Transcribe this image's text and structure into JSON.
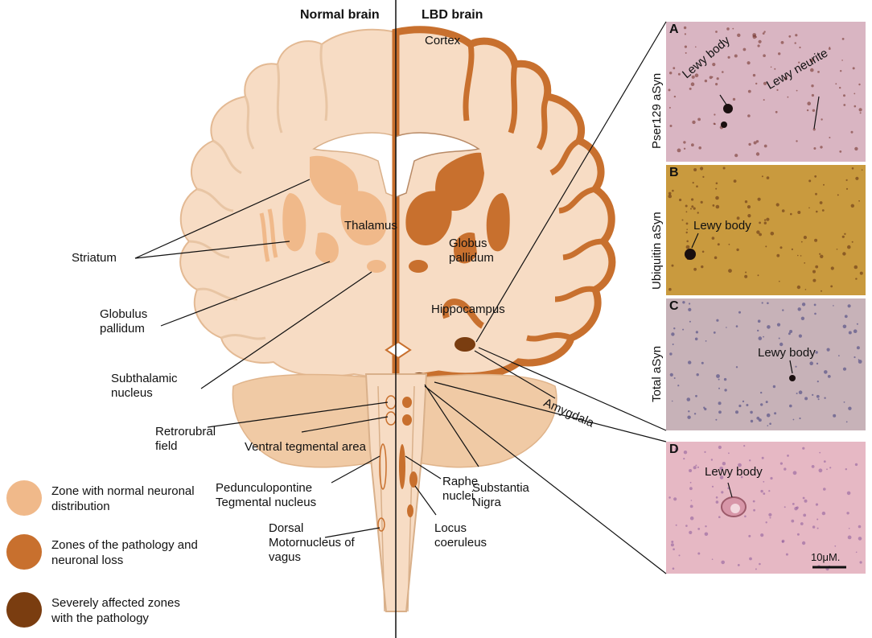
{
  "headers": {
    "normal": "Normal brain",
    "lbd": "LBD brain"
  },
  "brain_labels": {
    "cortex": "Cortex",
    "thalamus": "Thalamus",
    "globus_pallidum_right": "Globus pallidum",
    "hippocampus": "Hippocampus",
    "amygdala": "Amygdala"
  },
  "left_labels": {
    "striatum": "Striatum",
    "globulus_pallidum": "Globulus pallidum",
    "subthalamic_nucleus": "Subthalamic nucleus",
    "retrorubral_field": "Retrorubral field",
    "ventral_tegmental_area": "Ventral tegmental area",
    "pedunculopontine": "Pedunculopontine Tegmental nucleus",
    "dorsal_motornucleus": "Dorsal Motornucleus of vagus"
  },
  "right_labels": {
    "raphe_nuclei": "Raphe nuclei",
    "substantia_nigra": "Substantia Nigra",
    "locus_coeruleus": "Locus coeruleus"
  },
  "legend": [
    {
      "text": "Zone with normal neuronal distribution",
      "color": "#f0b98a"
    },
    {
      "text": "Zones of the pathology and neuronal loss",
      "color": "#c8702e"
    },
    {
      "text": "Severely affected zones with the pathology",
      "color": "#7a3d10"
    }
  ],
  "panels": [
    {
      "letter": "A",
      "side_label": "Pser129 aSyn",
      "labels": [
        "Lewy body",
        "Lewy neurite"
      ],
      "bg": "#d9b5c2"
    },
    {
      "letter": "B",
      "side_label": "Ubiquitin aSyn",
      "labels": [
        "Lewy body"
      ],
      "bg": "#c99a3e"
    },
    {
      "letter": "C",
      "side_label": "Total aSyn",
      "labels": [
        "Lewy body"
      ],
      "bg": "#c7b2b8"
    },
    {
      "letter": "D",
      "side_label": "",
      "labels": [
        "Lewy body"
      ],
      "scale_bar": "10μM.",
      "bg": "#e6b8c4"
    }
  ],
  "colors": {
    "normal_tissue": "#f7dcc4",
    "normal_structure": "#f0b98a",
    "pathology": "#c8702e",
    "severe": "#7a3d10",
    "ventricle": "#ffffff"
  }
}
